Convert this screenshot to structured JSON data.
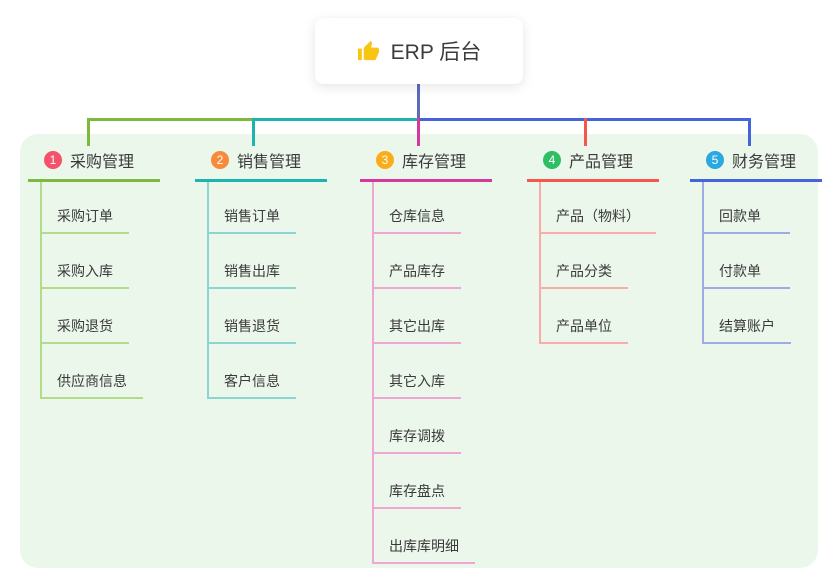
{
  "root": {
    "title": "ERP 后台",
    "icon": "thumbs-up-icon"
  },
  "colors": {
    "root_line": "#5C6BC0",
    "panel_bg": "#ECF7EC",
    "icon_gold": "#F9C513"
  },
  "branches": [
    {
      "num": "1",
      "label": "采购管理",
      "badge_color": "#F4516C",
      "line_color": "#7CB93F",
      "light_color": "#B2DB8A",
      "children": [
        "采购订单",
        "采购入库",
        "采购退货",
        "供应商信息"
      ]
    },
    {
      "num": "2",
      "label": "销售管理",
      "badge_color": "#F78B3B",
      "line_color": "#1EB3AC",
      "light_color": "#8BD6D1",
      "children": [
        "销售订单",
        "销售出库",
        "销售退货",
        "客户信息"
      ]
    },
    {
      "num": "3",
      "label": "库存管理",
      "badge_color": "#FBAD19",
      "line_color": "#D43A9E",
      "light_color": "#EFA6D2",
      "children": [
        "仓库信息",
        "产品库存",
        "其它出库",
        "其它入库",
        "库存调拨",
        "库存盘点",
        "出库库明细"
      ]
    },
    {
      "num": "4",
      "label": "产品管理",
      "badge_color": "#2FBE63",
      "line_color": "#F5564E",
      "light_color": "#FAADA8",
      "children": [
        "产品（物料）",
        "产品分类",
        "产品单位"
      ]
    },
    {
      "num": "5",
      "label": "财务管理",
      "badge_color": "#29A9E0",
      "line_color": "#4365D9",
      "light_color": "#9FACE4",
      "children": [
        "回款单",
        "付款单",
        "结算账户"
      ]
    }
  ]
}
